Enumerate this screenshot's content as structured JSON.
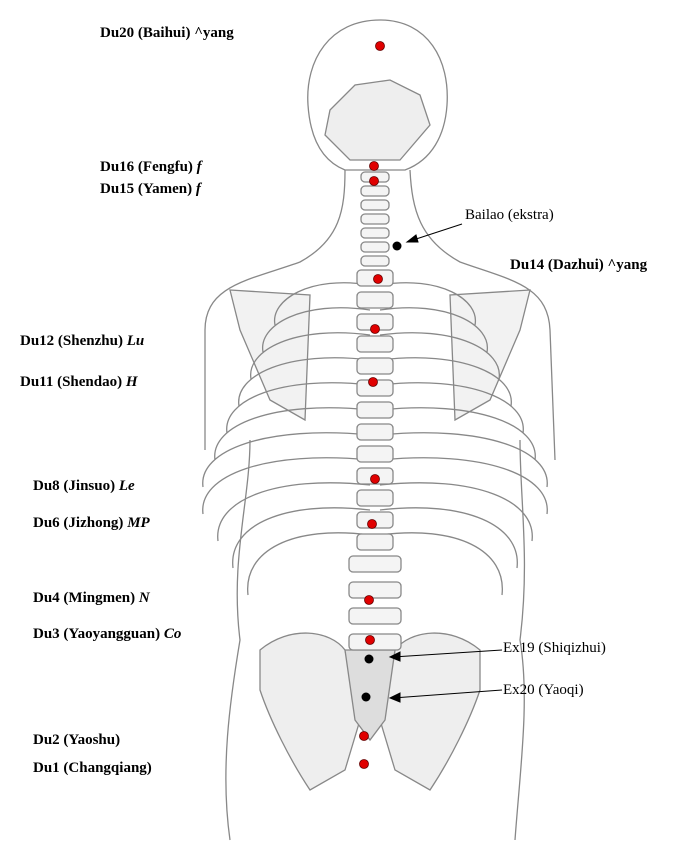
{
  "colors": {
    "point": "#e00000",
    "extra_point": "#000000",
    "sketch": "#888888"
  },
  "points": [
    {
      "name": "Du20 (Baihui)",
      "suffix": "^yang",
      "italic": false
    },
    {
      "name": "Du16 (Fengfu)",
      "suffix": "f",
      "italic": true
    },
    {
      "name": "Du15 (Yamen)",
      "suffix": "f",
      "italic": true
    },
    {
      "name": "Du14 (Dazhui)",
      "suffix": "^yang",
      "italic": false
    },
    {
      "name": "Du12 (Shenzhu)",
      "suffix": "Lu",
      "italic": true
    },
    {
      "name": "Du11 (Shendao)",
      "suffix": "H",
      "italic": true
    },
    {
      "name": "Du8 (Jinsuo)",
      "suffix": "Le",
      "italic": true
    },
    {
      "name": "Du6 (Jizhong)",
      "suffix": "MP",
      "italic": true
    },
    {
      "name": "Du4 (Mingmen)",
      "suffix": "N",
      "italic": true
    },
    {
      "name": "Du3 (Yaoyangguan)",
      "suffix": "Co",
      "italic": true
    },
    {
      "name": "Du2 (Yaoshu)",
      "suffix": "",
      "italic": false
    },
    {
      "name": "Du1 (Changqiang)",
      "suffix": "",
      "italic": false
    }
  ],
  "extras": [
    "Bailao (ekstra)",
    "Ex19 (Shiqizhui)",
    "Ex20 (Yaoqi)"
  ]
}
